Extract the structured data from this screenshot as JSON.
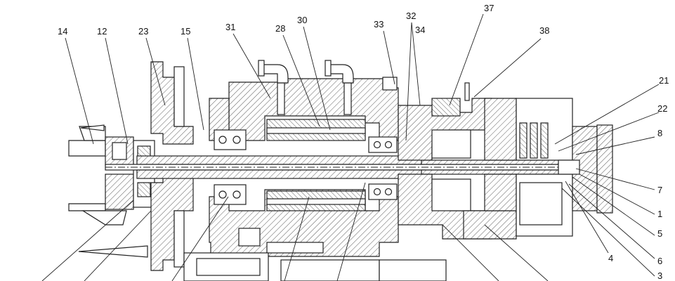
{
  "labels": [
    {
      "id": "14",
      "text": "14"
    },
    {
      "id": "12",
      "text": "12"
    },
    {
      "id": "23",
      "text": "23"
    },
    {
      "id": "15",
      "text": "15"
    },
    {
      "id": "31",
      "text": "31"
    },
    {
      "id": "28",
      "text": "28"
    },
    {
      "id": "30",
      "text": "30"
    },
    {
      "id": "33",
      "text": "33"
    },
    {
      "id": "32",
      "text": "32"
    },
    {
      "id": "34",
      "text": "34"
    },
    {
      "id": "37",
      "text": "37"
    },
    {
      "id": "38",
      "text": "38"
    },
    {
      "id": "21",
      "text": "21"
    },
    {
      "id": "22",
      "text": "22"
    },
    {
      "id": "8",
      "text": "8"
    },
    {
      "id": "7",
      "text": "7"
    },
    {
      "id": "1",
      "text": "1"
    },
    {
      "id": "5",
      "text": "5"
    },
    {
      "id": "6",
      "text": "6"
    },
    {
      "id": "4",
      "text": "4"
    },
    {
      "id": "3",
      "text": "3"
    }
  ],
  "colors": {
    "line": "#222222",
    "background": "#ffffff"
  }
}
